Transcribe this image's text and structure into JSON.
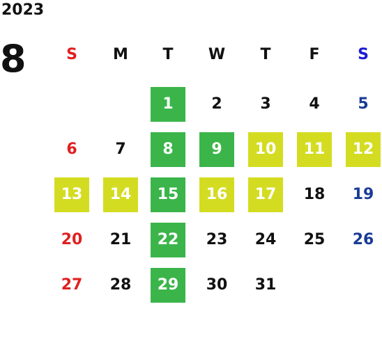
{
  "calendar": {
    "year": "2023",
    "month": "8",
    "weekdays": [
      {
        "label": "S",
        "color": "#e02020"
      },
      {
        "label": "M",
        "color": "#111111"
      },
      {
        "label": "T",
        "color": "#111111"
      },
      {
        "label": "W",
        "color": "#111111"
      },
      {
        "label": "T",
        "color": "#111111"
      },
      {
        "label": "F",
        "color": "#111111"
      },
      {
        "label": "S",
        "color": "#1a1ad6"
      }
    ],
    "colors": {
      "sunday": "#e02020",
      "saturday": "#1a3c96",
      "normal": "#111111",
      "highlight_green": "#3bb54a",
      "highlight_yellow": "#d4dc21"
    },
    "first_weekday_index": 2,
    "days": [
      {
        "n": "1",
        "hl": "green"
      },
      {
        "n": "2",
        "hl": ""
      },
      {
        "n": "3",
        "hl": ""
      },
      {
        "n": "4",
        "hl": ""
      },
      {
        "n": "5",
        "hl": ""
      },
      {
        "n": "6",
        "hl": ""
      },
      {
        "n": "7",
        "hl": ""
      },
      {
        "n": "8",
        "hl": "green"
      },
      {
        "n": "9",
        "hl": "green"
      },
      {
        "n": "10",
        "hl": "yellow"
      },
      {
        "n": "11",
        "hl": "yellow"
      },
      {
        "n": "12",
        "hl": "yellow"
      },
      {
        "n": "13",
        "hl": "yellow"
      },
      {
        "n": "14",
        "hl": "yellow"
      },
      {
        "n": "15",
        "hl": "green"
      },
      {
        "n": "16",
        "hl": "yellow"
      },
      {
        "n": "17",
        "hl": "yellow"
      },
      {
        "n": "18",
        "hl": ""
      },
      {
        "n": "19",
        "hl": ""
      },
      {
        "n": "20",
        "hl": ""
      },
      {
        "n": "21",
        "hl": ""
      },
      {
        "n": "22",
        "hl": "green"
      },
      {
        "n": "23",
        "hl": ""
      },
      {
        "n": "24",
        "hl": ""
      },
      {
        "n": "25",
        "hl": ""
      },
      {
        "n": "26",
        "hl": ""
      },
      {
        "n": "27",
        "hl": ""
      },
      {
        "n": "28",
        "hl": ""
      },
      {
        "n": "29",
        "hl": "green"
      },
      {
        "n": "30",
        "hl": ""
      },
      {
        "n": "31",
        "hl": ""
      }
    ]
  }
}
